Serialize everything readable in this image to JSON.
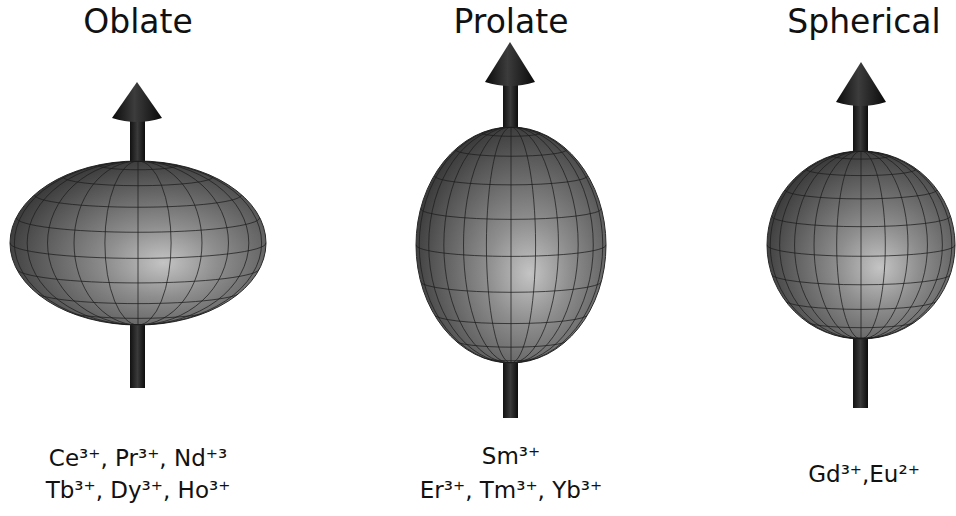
{
  "diagram": {
    "labels": [
      "Oblate",
      "Prolate",
      "Spherical",
      "Ce³⁺, Pr³⁺, Nd⁺³",
      "Tb³⁺, Dy³⁺, Ho³⁺",
      "Sm³⁺",
      "Er³⁺, Tm³⁺, Yb³⁺",
      "Gd³⁺,Eu²⁺"
    ]
  }
}
